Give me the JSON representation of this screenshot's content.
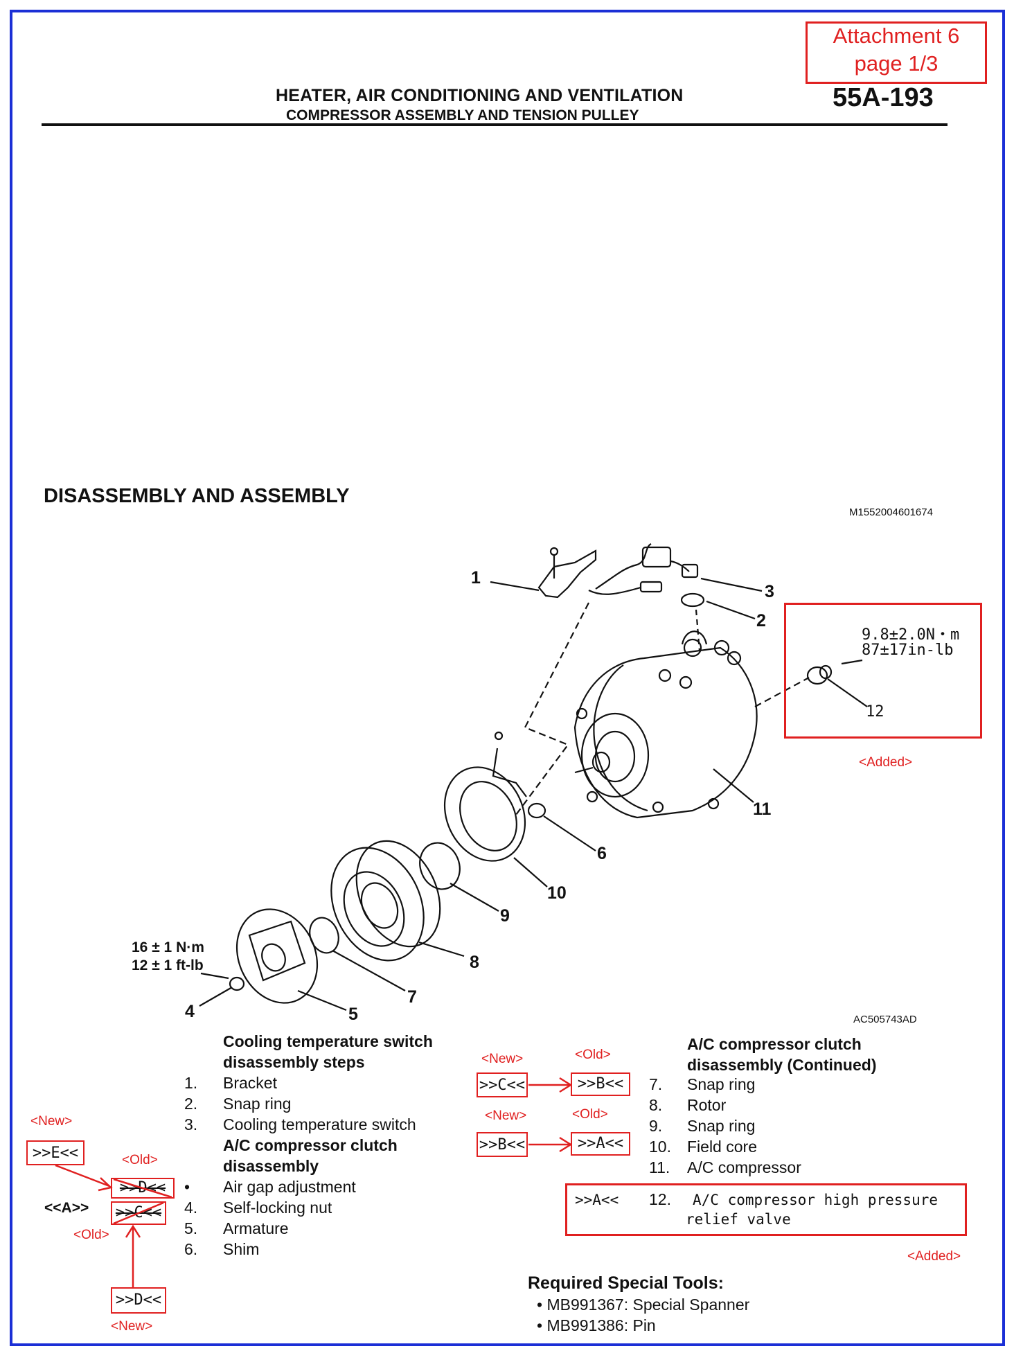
{
  "header": {
    "attachment_line1": "Attachment 6",
    "attachment_line2": "page 1/3",
    "title": "HEATER, AIR CONDITIONING AND VENTILATION",
    "subtitle": "COMPRESSOR ASSEMBLY AND TENSION PULLEY",
    "page_number": "55A-193"
  },
  "section_title": "DISASSEMBLY AND ASSEMBLY",
  "figure": {
    "top_code": "M1552004601674",
    "bottom_code": "AC505743AD",
    "torque_nut_line1": "16 ± 1 N·m",
    "torque_nut_line2": "12 ± 1 ft-lb",
    "torque_valve_line1": "9.8±2.0N・m",
    "torque_valve_line2": "87±17in-lb",
    "added_label": "<Added>",
    "callouts": [
      "1",
      "2",
      "3",
      "4",
      "5",
      "6",
      "7",
      "8",
      "9",
      "10",
      "11",
      "12"
    ]
  },
  "left_list": {
    "heading1_line1": "Cooling temperature switch",
    "heading1_line2": "disassembly steps",
    "items1": [
      {
        "num": "1.",
        "label": "Bracket"
      },
      {
        "num": "2.",
        "label": "Snap ring"
      },
      {
        "num": "3.",
        "label": "Cooling temperature switch"
      }
    ],
    "heading2_line1": "A/C compressor clutch",
    "heading2_line2": "disassembly",
    "items2": [
      {
        "num": "•",
        "label": "Air gap adjustment"
      },
      {
        "num": "4.",
        "label": "Self-locking nut"
      },
      {
        "num": "5.",
        "label": "Armature"
      },
      {
        "num": "6.",
        "label": "Shim"
      }
    ]
  },
  "right_list": {
    "heading_line1": "A/C compressor clutch",
    "heading_line2": "disassembly (Continued)",
    "items": [
      {
        "num": "7.",
        "label": "Snap ring"
      },
      {
        "num": "8.",
        "label": "Rotor"
      },
      {
        "num": "9.",
        "label": "Snap ring"
      },
      {
        "num": "10.",
        "label": "Field core"
      },
      {
        "num": "11.",
        "label": "A/C compressor"
      }
    ],
    "added_item_num": "12.",
    "added_item_line1": "A/C compressor high pressure",
    "added_item_line2": "relief valve",
    "added_item_mark": ">>A<<",
    "added_label": "<Added>"
  },
  "revision_marks": {
    "new_label": "<New>",
    "old_label": "<Old>",
    "left_new_top": ">>E<<",
    "left_old_1": ">>D<<",
    "left_old_2": ">>C<<",
    "left_service": "<<A>>",
    "left_new_bottom": ">>D<<",
    "right_new_1": ">>C<<",
    "right_old_1": ">>B<<",
    "right_new_2": ">>B<<",
    "right_old_2": ">>A<<"
  },
  "tools": {
    "heading": "Required Special Tools:",
    "items": [
      "MB991367: Special Spanner",
      "MB991386: Pin"
    ]
  },
  "colors": {
    "border": "#1b2fd6",
    "revision": "#e02020"
  }
}
